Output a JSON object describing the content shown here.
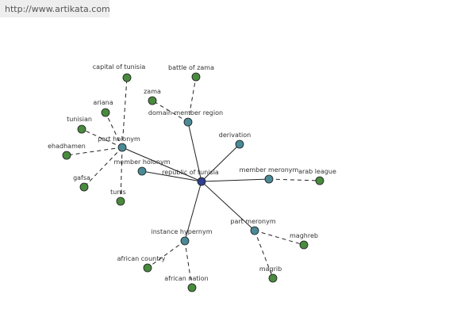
{
  "header": {
    "url": "http://www.artikata.com"
  },
  "colors": {
    "center": "#2f3f8f",
    "relation": "#4a8a96",
    "leaf": "#4a8a3f",
    "edge": "#222222",
    "background": "#ffffff"
  },
  "graph": {
    "nodes": [
      {
        "id": "republic",
        "label": "republic of tunisia",
        "kind": "center"
      },
      {
        "id": "part_holonym",
        "label": "part holonym",
        "kind": "relation"
      },
      {
        "id": "domain_member_region",
        "label": "domain member region",
        "kind": "relation"
      },
      {
        "id": "derivation",
        "label": "derivation",
        "kind": "relation"
      },
      {
        "id": "member_holonym",
        "label": "member holonym",
        "kind": "relation"
      },
      {
        "id": "member_meronym",
        "label": "member meronym",
        "kind": "relation"
      },
      {
        "id": "part_meronym",
        "label": "part meronym",
        "kind": "relation"
      },
      {
        "id": "instance_hypernym",
        "label": "instance hypernym",
        "kind": "relation"
      },
      {
        "id": "capital_of_tunisia",
        "label": "capital of tunisia",
        "kind": "leaf"
      },
      {
        "id": "ariana",
        "label": "ariana",
        "kind": "leaf"
      },
      {
        "id": "tunisian",
        "label": "tunisian",
        "kind": "leaf"
      },
      {
        "id": "ehadhamen",
        "label": "ehadhamen",
        "kind": "leaf"
      },
      {
        "id": "gafsa",
        "label": "gafsa",
        "kind": "leaf"
      },
      {
        "id": "tunis",
        "label": "tunis",
        "kind": "leaf"
      },
      {
        "id": "battle_of_zama",
        "label": "battle of zama",
        "kind": "leaf"
      },
      {
        "id": "zama",
        "label": "zama",
        "kind": "leaf"
      },
      {
        "id": "arab_league",
        "label": "arab league",
        "kind": "leaf"
      },
      {
        "id": "maghreb",
        "label": "maghreb",
        "kind": "leaf"
      },
      {
        "id": "magrib",
        "label": "magrib",
        "kind": "leaf"
      },
      {
        "id": "african_country",
        "label": "african country",
        "kind": "leaf"
      },
      {
        "id": "african_nation",
        "label": "african nation",
        "kind": "leaf"
      }
    ],
    "edges": [
      {
        "from": "republic",
        "to": "part_holonym",
        "style": "solid"
      },
      {
        "from": "republic",
        "to": "domain_member_region",
        "style": "solid"
      },
      {
        "from": "republic",
        "to": "derivation",
        "style": "solid"
      },
      {
        "from": "republic",
        "to": "member_holonym",
        "style": "solid"
      },
      {
        "from": "republic",
        "to": "member_meronym",
        "style": "solid"
      },
      {
        "from": "republic",
        "to": "part_meronym",
        "style": "solid"
      },
      {
        "from": "republic",
        "to": "instance_hypernym",
        "style": "solid"
      },
      {
        "from": "part_holonym",
        "to": "capital_of_tunisia",
        "style": "dashed"
      },
      {
        "from": "part_holonym",
        "to": "ariana",
        "style": "dashed"
      },
      {
        "from": "part_holonym",
        "to": "tunisian",
        "style": "dashed"
      },
      {
        "from": "part_holonym",
        "to": "ehadhamen",
        "style": "dashed"
      },
      {
        "from": "part_holonym",
        "to": "gafsa",
        "style": "dashed"
      },
      {
        "from": "part_holonym",
        "to": "tunis",
        "style": "dashed"
      },
      {
        "from": "domain_member_region",
        "to": "battle_of_zama",
        "style": "dashed"
      },
      {
        "from": "domain_member_region",
        "to": "zama",
        "style": "dashed"
      },
      {
        "from": "member_meronym",
        "to": "arab_league",
        "style": "dashed"
      },
      {
        "from": "part_meronym",
        "to": "maghreb",
        "style": "dashed"
      },
      {
        "from": "part_meronym",
        "to": "magrib",
        "style": "dashed"
      },
      {
        "from": "instance_hypernym",
        "to": "african_country",
        "style": "dashed"
      },
      {
        "from": "instance_hypernym",
        "to": "african_nation",
        "style": "dashed"
      }
    ]
  }
}
